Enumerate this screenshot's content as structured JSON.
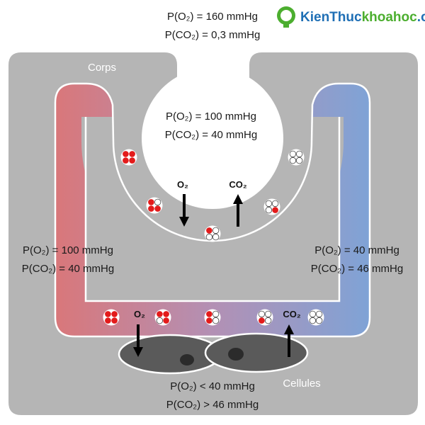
{
  "watermark": {
    "brand_a": "KienThuc",
    "brand_b": "khoahoc",
    "brand_c": ".org",
    "color_a": "#1f6fb5",
    "color_b": "#4cae2f"
  },
  "labels": {
    "air_po2": "P(O₂) = 160 mmHg",
    "air_pco2": "P(CO₂) = 0,3 mmHg",
    "body": "Corps",
    "alveolus_po2": "P(O₂) = 100 mmHg",
    "alveolus_pco2": "P(CO₂) = 40 mmHg",
    "arterial_po2": "P(O₂) = 100 mmHg",
    "arterial_pco2": "P(CO₂) = 40 mmHg",
    "venous_po2": "P(O₂) = 40 mmHg",
    "venous_pco2": "P(CO₂) = 46 mmHg",
    "cells": "Cellules",
    "cells_po2": "P(O₂) < 40 mmHg",
    "cells_pco2": "P(CO₂) > 46 mmHg"
  },
  "arrows": {
    "lung_o2": "O₂",
    "lung_co2": "CO₂",
    "tissue_o2": "O₂",
    "tissue_co2": "CO₂"
  },
  "colors": {
    "body_fill": "#b5b5b5",
    "arterial": "#d9777a",
    "venous": "#7fa3d6",
    "oxygen": "#e31b1b",
    "cell_fill": "#5a5a5a",
    "nucleus": "#2b2b2b"
  }
}
